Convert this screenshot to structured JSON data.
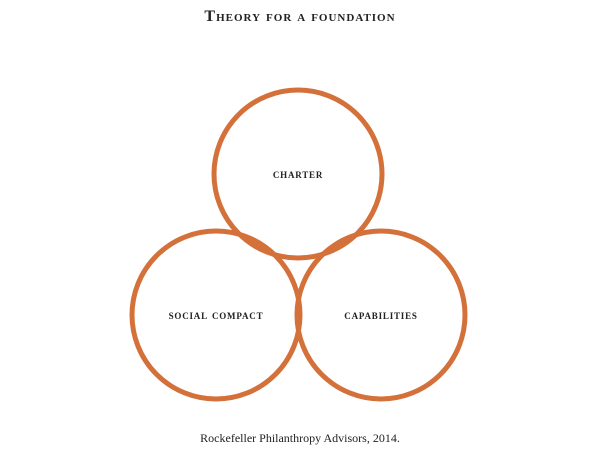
{
  "title": "Theory for a foundation",
  "circles": [
    {
      "label": "charter"
    },
    {
      "label": "social compact"
    },
    {
      "label": "capabilities"
    }
  ],
  "colors": {
    "circle_stroke": "#d4713a",
    "text": "#222222"
  },
  "caption": "Rockefeller Philanthropy Advisors, 2014."
}
